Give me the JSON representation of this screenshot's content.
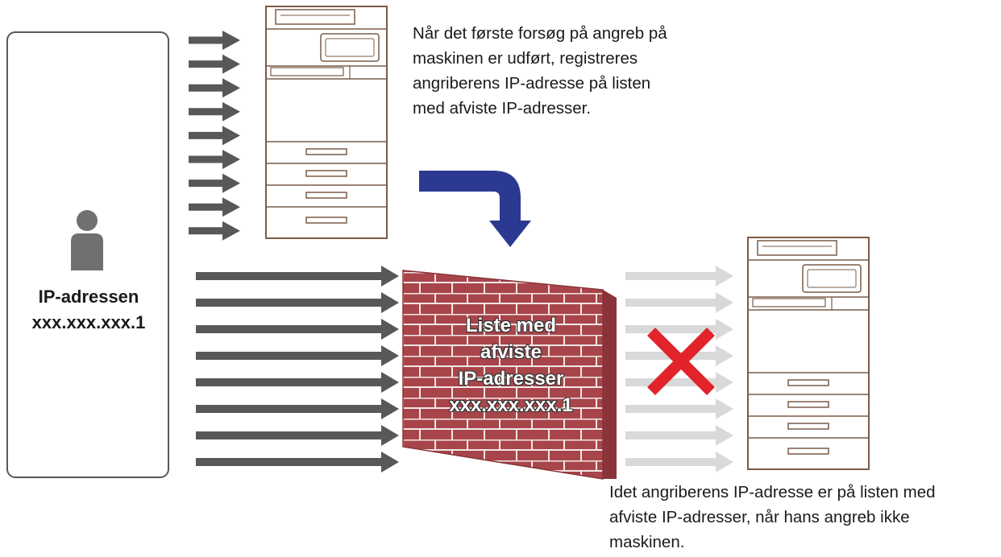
{
  "attacker": {
    "title": "IP-adressen",
    "ip": "xxx.xxx.xxx.1",
    "icon": "person-icon"
  },
  "blocklist": {
    "lines": [
      "Liste med",
      "afviste",
      "IP-adresser",
      "xxx.xxx.xxx.1"
    ]
  },
  "captions": {
    "top_lines": [
      "Når det første forsøg på angreb på",
      "maskinen er udført, registreres",
      "angriberens IP-adresse på listen",
      "med afviste IP-adresser."
    ],
    "bottom_lines": [
      "Idet angriberens IP-adresse er på listen med",
      "afviste IP-adresser, når hans angreb ikke",
      "maskinen."
    ]
  },
  "colors": {
    "attack_arrow": "#595757",
    "blocked_arrow": "#d9d9d9",
    "flow_arrow": "#2b3990",
    "wall": "#a8454a",
    "mortar": "#f2e6e6",
    "block_mark": "#e2232a",
    "printer_outline": "#7a5b47",
    "person": "#707070"
  },
  "icons": [
    "printer-icon",
    "brick-wall-icon",
    "blocked-x-icon",
    "down-arrow-icon"
  ]
}
